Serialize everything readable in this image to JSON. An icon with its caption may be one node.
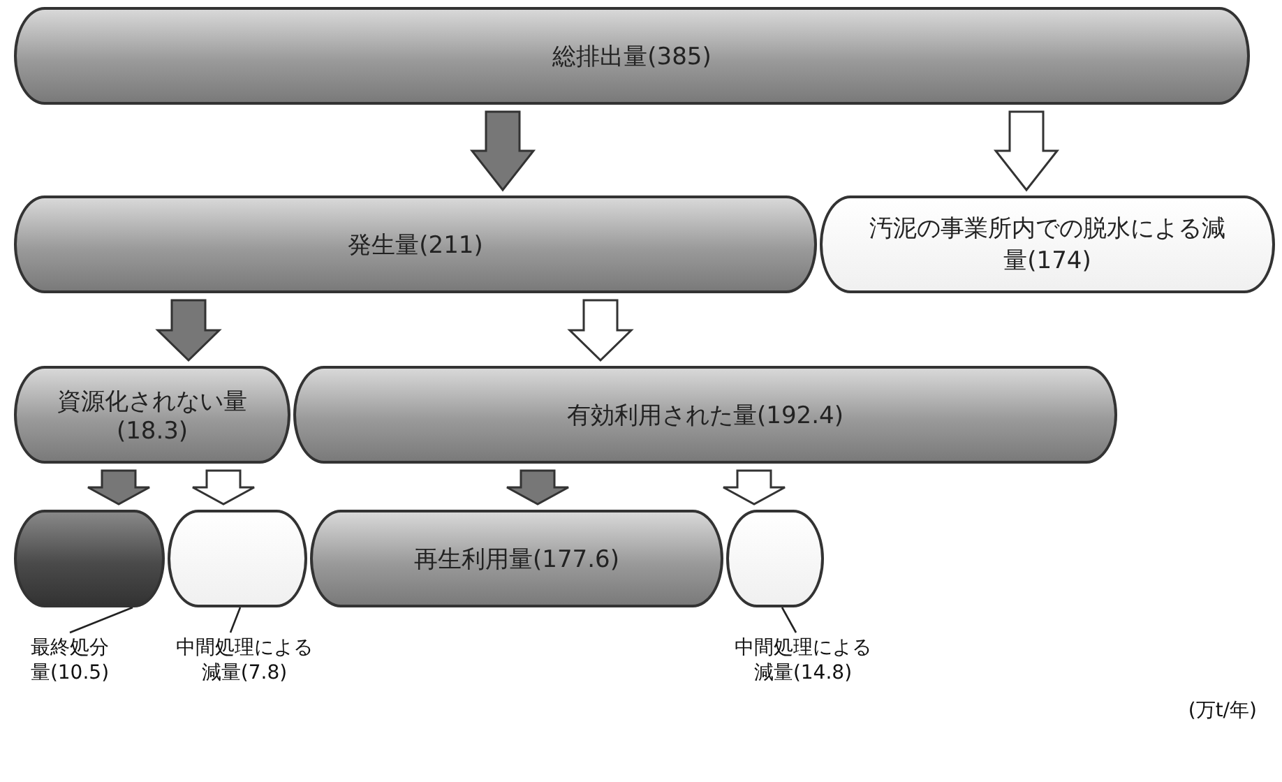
{
  "diagram": {
    "nodes": [
      {
        "text": [
          "総排出量(385)"
        ]
      },
      {
        "text": [
          "発生量(211)"
        ]
      },
      {
        "text": [
          "汚泥の事業所内での脱水による減量(174)"
        ]
      },
      {
        "text": [
          "資源化されない量(18.3)"
        ]
      },
      {
        "text": [
          "有効利用された量(192.4)"
        ]
      },
      {
        "text": [],
        "shape": "cylinder"
      },
      {
        "text": [],
        "shape": "cylinder"
      },
      {
        "text": [
          "再生利用量(177.6)"
        ]
      },
      {
        "text": [],
        "shape": "cylinder"
      },
      {
        "text": [
          "最終処分量(10.5)"
        ]
      },
      {
        "text": [
          "中間処理による減量(7.8)"
        ]
      },
      {
        "text": [
          "中間処理による減量(14.8)"
        ]
      }
    ],
    "edges": [
      {
        "from": 0,
        "to": 1,
        "arrow": "to"
      },
      {
        "from": 0,
        "to": 2,
        "arrow": "to",
        "color": "#ffffff"
      },
      {
        "from": 1,
        "to": 3,
        "arrow": "to"
      },
      {
        "from": 1,
        "to": 4,
        "arrow": "to",
        "color": "#ffffff"
      },
      {
        "from": 3,
        "to": 5,
        "arrow": "to"
      },
      {
        "from": 3,
        "to": 6,
        "arrow": "to",
        "color": "#ffffff"
      },
      {
        "from": 4,
        "to": 7,
        "arrow": "to"
      },
      {
        "from": 4,
        "to": 8,
        "arrow": "to",
        "color": "#ffffff"
      },
      {
        "from": 9,
        "to": 5,
        "arrow": "none"
      },
      {
        "from": 10,
        "to": 6,
        "arrow": "none"
      },
      {
        "from": 11,
        "to": 8,
        "arrow": "none"
      }
    ],
    "labels": [
      "(万t/年)"
    ]
  }
}
